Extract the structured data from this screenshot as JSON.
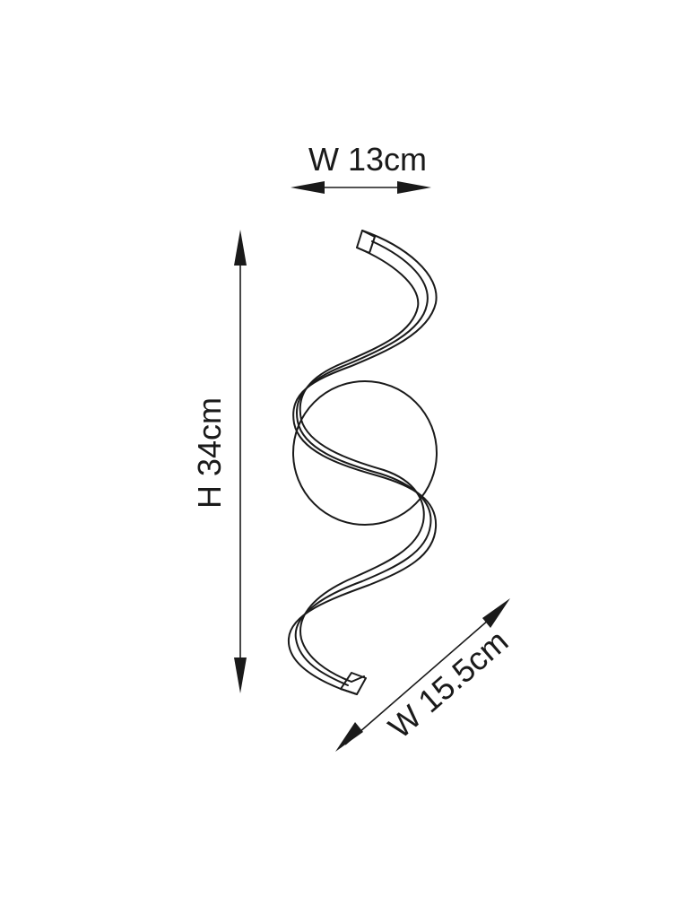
{
  "dimensions": {
    "width_top": "W 13cm",
    "height": "H 34cm",
    "depth": "W 15.5cm"
  },
  "colors": {
    "line": "#1a1a1a",
    "background": "#ffffff"
  }
}
